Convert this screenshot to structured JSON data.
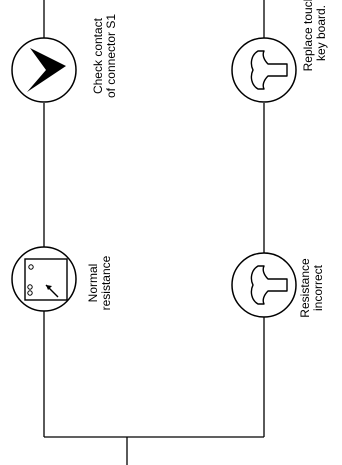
{
  "steps": [
    {
      "label_lines": [
        "Check contact",
        "of connector S1"
      ],
      "icon": "checkmark-icon"
    },
    {
      "label_lines": [
        "Replace touch",
        "key board."
      ],
      "icon": "wrench-icon"
    },
    {
      "label_lines": [
        "Normal",
        "resistance"
      ],
      "icon": "multimeter-icon"
    },
    {
      "label_lines": [
        "Resistance",
        "incorrect"
      ],
      "icon": "wrench-icon"
    }
  ]
}
